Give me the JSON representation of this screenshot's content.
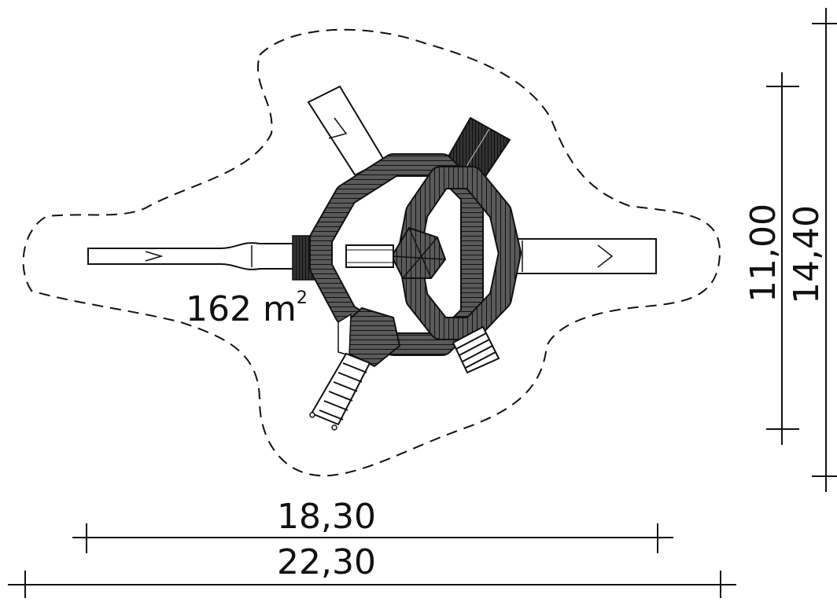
{
  "labels": {
    "area_value": "162 m",
    "area_sup": "2",
    "width_inner": "18,30",
    "width_outer": "22,30",
    "height_inner": "11,00",
    "height_outer": "14,40"
  },
  "colors": {
    "line": "#111111",
    "fill_dark": "#4a4a4a",
    "fill_light": "#ffffff"
  }
}
